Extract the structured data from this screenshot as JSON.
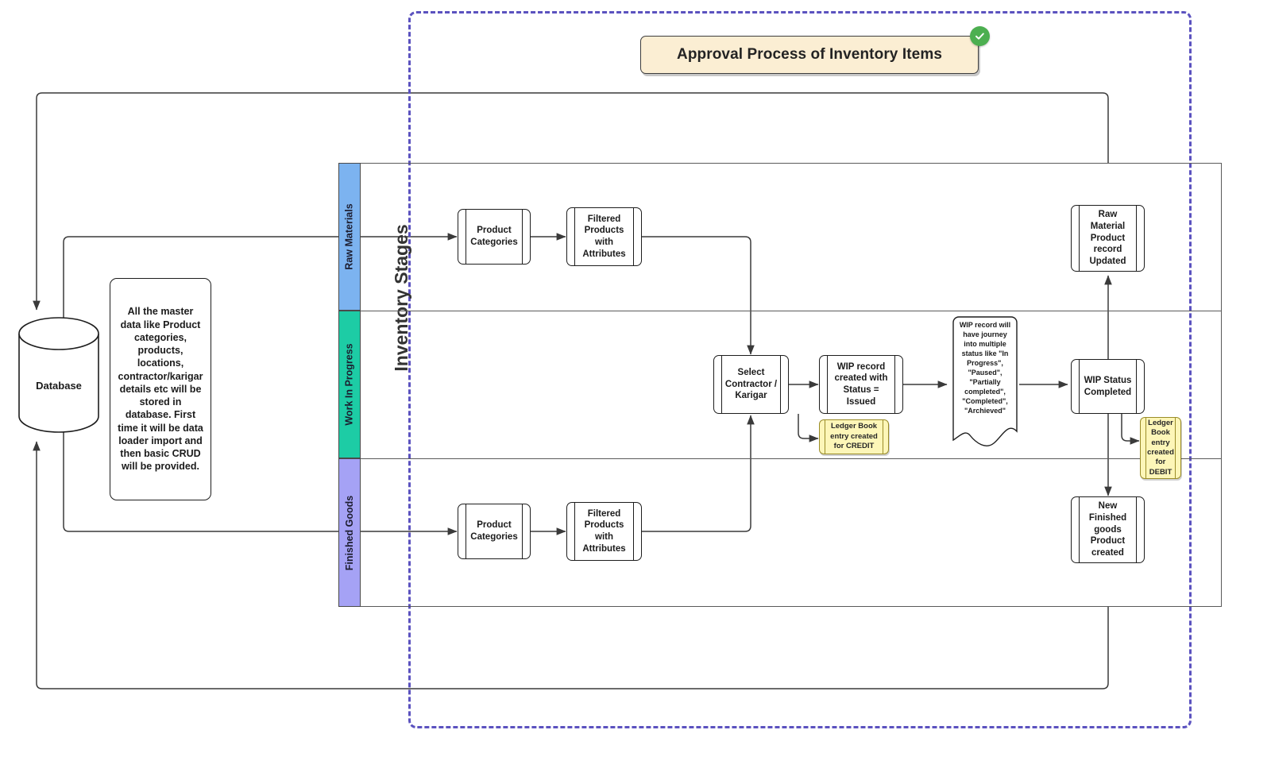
{
  "diagram": {
    "title": "Approval Process of Inventory Items",
    "pool_title": "Inventory Stages",
    "status_icon": "check-circle-icon",
    "colors": {
      "approval_border": "#5b52bf",
      "title_fill": "#fbeed3",
      "check_badge": "#4caf50",
      "lane_raw_materials": "#7cb3f0",
      "lane_work_in_progress": "#1dcca5",
      "lane_finished_goods": "#a5a2f5",
      "ledger_fill": "#fdf6b8",
      "node_stroke": "#1d1d1d"
    }
  },
  "lanes": [
    {
      "id": "raw-materials",
      "label": "Raw Materials",
      "color": "#7cb3f0"
    },
    {
      "id": "work-in-progress",
      "label": "Work In Progress",
      "color": "#1dcca5"
    },
    {
      "id": "finished-goods",
      "label": "Finished Goods",
      "color": "#a5a2f5"
    }
  ],
  "nodes": {
    "database": "Database",
    "master_data_note": "All the master data like Product categories, products, locations, contractor/karigar details etc will be stored in database. First time it will be data loader import and then basic CRUD will be provided.",
    "rm_product_categories": "Product Categories",
    "rm_filtered_products": "Filtered Products with Attributes",
    "fg_product_categories": "Product Categories",
    "fg_filtered_products": "Filtered Products with Attributes",
    "select_contractor": "Select Contractor / Karigar",
    "wip_record_created": "WIP record created with Status = Issued",
    "wip_status_note": "WIP record will have journey into multiple status like \"In Progress\", \"Paused\", \"Partially completed\", \"Completed\", \"Archieved\"",
    "wip_status_completed": "WIP Status Completed",
    "raw_material_updated": "Raw Material Product record Updated",
    "new_finished_goods": "New Finished goods Product created",
    "ledger_credit": "Ledger Book entry created for CREDIT",
    "ledger_debit": "Ledger Book entry created for DEBIT"
  }
}
